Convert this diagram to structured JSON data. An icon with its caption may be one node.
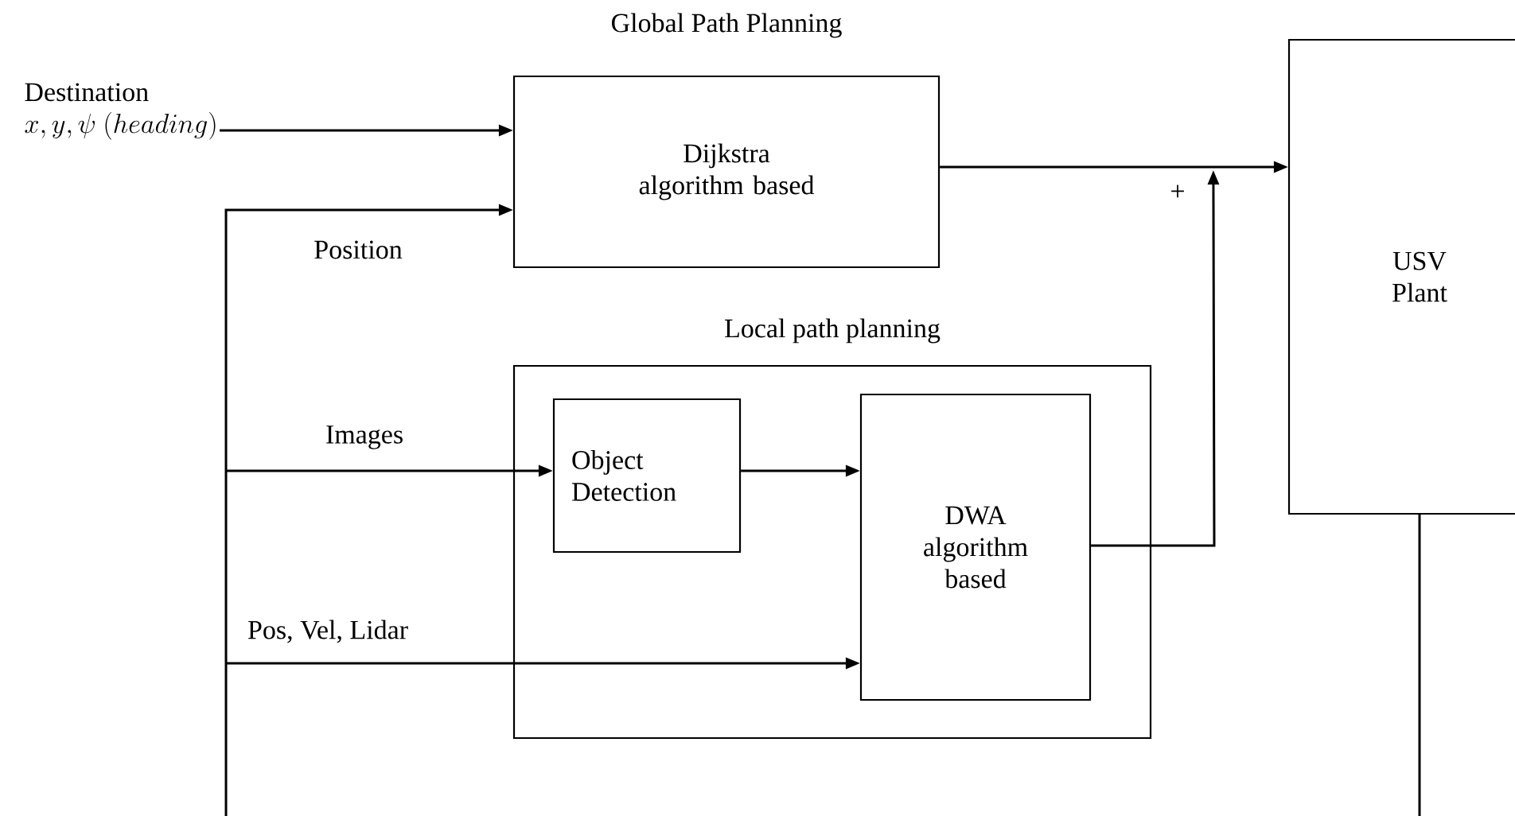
{
  "diagram": {
    "nodes": [
      {
        "text": [
          "Destination",
          "x, y, \\psi\\ (heading)"
        ]
      },
      {
        "text": [
          "Global Path Planning",
          "Dijkstra algorithm based"
        ]
      },
      {
        "text": [
          "Local path planning"
        ]
      },
      {
        "text": [
          "Object Detection"
        ],
        "in": 2
      },
      {
        "text": [
          "DWA algorithm based"
        ],
        "in": 2
      },
      {
        "text": [
          "USV Plant"
        ]
      }
    ],
    "edges": [
      {
        "from": 0,
        "to": 1,
        "arrow": "to"
      },
      {
        "from": null,
        "to": 1,
        "arrow": "to",
        "label": "Position"
      },
      {
        "from": null,
        "to": 3,
        "arrow": "to",
        "label": "Images"
      },
      {
        "from": null,
        "to": 4,
        "arrow": "to",
        "label": "Pos, Vel, Lidar"
      },
      {
        "from": 3,
        "to": 4,
        "arrow": "to"
      },
      {
        "from": 1,
        "to": 5,
        "arrow": "to"
      },
      {
        "from": 4,
        "to": 5,
        "arrow": "to"
      },
      {
        "from": 5,
        "to": null,
        "arrow": "none"
      }
    ],
    "labels": [
      "+"
    ]
  }
}
